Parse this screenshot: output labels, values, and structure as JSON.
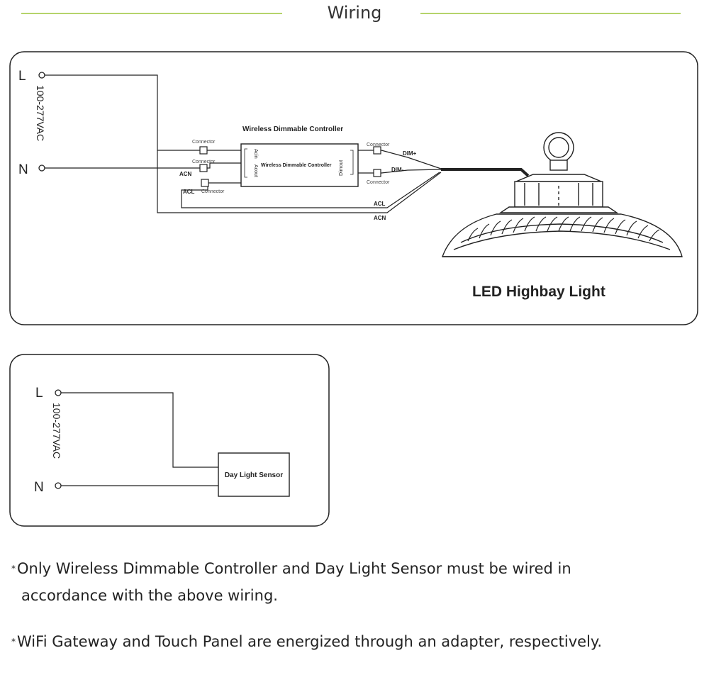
{
  "header": {
    "title": "Wiring"
  },
  "panel1": {
    "live_label": "L",
    "neutral_label": "N",
    "voltage_label": "100-277VAC",
    "controller_title": "Wireless Dimmable Controller",
    "controller_box_label": "Wireless Dimmable Controller",
    "acin_label": "Acin",
    "acout_label": "Acout",
    "dimout_label": "Dimout",
    "connector_label": "Connector",
    "acn_label": "ACN",
    "acl_label": "ACL",
    "dim_plus_label": "DIM+",
    "dim_minus_label": "DIM-",
    "lamp_label": "LED Highbay Light"
  },
  "panel2": {
    "live_label": "L",
    "neutral_label": "N",
    "voltage_label": "100-277VAC",
    "sensor_label": "Day Light Sensor"
  },
  "notes": {
    "note1_line1": "Only Wireless Dimmable Controller and Day Light Sensor must be wired in",
    "note1_line2": "accordance with the above wiring.",
    "note2": "WiFi Gateway and Touch Panel are energized through an adapter, respectively."
  }
}
